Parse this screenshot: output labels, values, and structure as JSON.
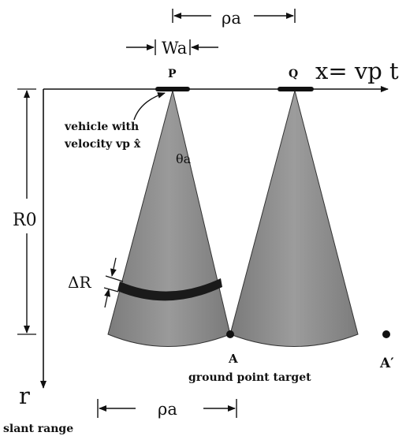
{
  "diagram": {
    "labels": {
      "rho_top": "ρa",
      "wa": "Wa",
      "p": "P",
      "q": "Q",
      "x_axis": "x= vp t",
      "vehicle_line1": "vehicle with",
      "vehicle_line2": "velocity vp x̂",
      "theta": "θa",
      "r0": "R0",
      "delta_r": "ΔR",
      "a": "A",
      "a_prime": "A′",
      "ground_target": "ground point target",
      "r_axis": "r",
      "rho_bottom": "ρa",
      "slant_range": "slant range"
    },
    "colors": {
      "ink": "#111111",
      "cone_fill": "#8a8a8a",
      "band": "#1a1a1a",
      "background": "#ffffff"
    }
  }
}
